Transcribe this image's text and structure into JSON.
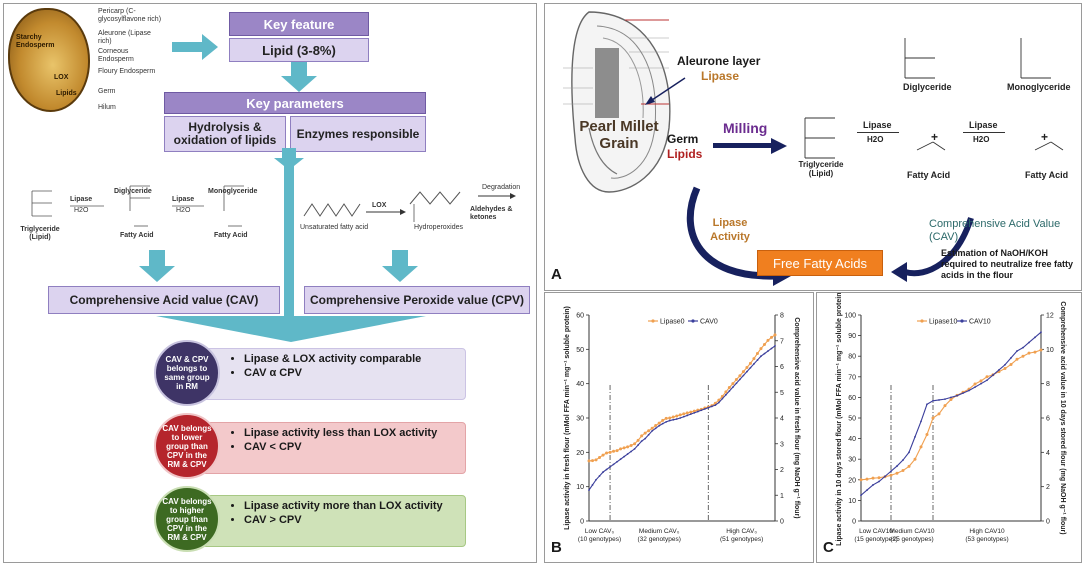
{
  "left": {
    "seed_labels": [
      "Pericarp (C-glycosylflavone rich)",
      "Aleurone (Lipase rich)",
      "Corneous Endosperm",
      "Floury Endosperm",
      "Germ",
      "Hilum"
    ],
    "seed_inner": [
      "Starchy Endosperm",
      "LOX",
      "Lipids"
    ],
    "key_feature": "Key feature",
    "lipid": "Lipid (3-8%)",
    "key_parameters": "Key parameters",
    "hydrolysis": "Hydrolysis & oxidation of lipids",
    "enzymes": "Enzymes responsible",
    "mini_triglyceride": "Triglyceride (Lipid)",
    "mini_diglyceride": "Diglyceride",
    "mini_monoglyceride": "Monoglyceride",
    "mini_fatty_acid_1": "Fatty Acid",
    "mini_fatty_acid_2": "Fatty Acid",
    "mini_lipase_1": "Lipase",
    "mini_lipase_2": "Lipase",
    "mini_h2o_1": "H2O",
    "mini_h2o_2": "H2O",
    "unsat_fa": "Unsaturated fatty acid",
    "lox": "LOX",
    "hydroperoxides": "Hydroperoxides",
    "degradation": "Degradation",
    "aldehydes": "Aldehydes & ketones",
    "cav_box": "Comprehensive Acid value (CAV)",
    "cpv_box": "Comprehensive Peroxide value (CPV)",
    "group1_circle": "CAV & CPV belongs to same group in RM",
    "group1_bullets": [
      "Lipase & LOX activity comparable",
      "CAV α CPV"
    ],
    "group2_circle": "CAV belongs to lower group than CPV in the RM & CPV",
    "group2_bullets": [
      "Lipase activity less than  LOX activity",
      "CAV < CPV"
    ],
    "group3_circle": "CAV belongs to higher group than CPV in the RM & CPV",
    "group3_bullets": [
      "Lipase activity more than LOX activity",
      "CAV > CPV"
    ],
    "colors": {
      "purple": "#9b86c6",
      "circle1": "#3e3466",
      "circle2": "#b5252c",
      "circle3": "#3d6a22",
      "bar1": "#e6e2f1",
      "bar2": "#f3c9cb",
      "bar3": "#cfe2b8"
    }
  },
  "panelA": {
    "letter": "A",
    "aleurone": "Aleurone layer",
    "lipase": "Lipase",
    "grain": "Pearl Millet Grain",
    "germ": "Germ",
    "lipids": "Lipids",
    "milling": "Milling",
    "triglyceride": "Triglyceride (Lipid)",
    "diglyceride": "Diglyceride",
    "monoglyceride": "Monoglyceride",
    "fatty_acid_1": "Fatty Acid",
    "fatty_acid_2": "Fatty Acid",
    "lipase_1": "Lipase",
    "lipase_2": "Lipase",
    "h2o_1": "H2O",
    "h2o_2": "H2O",
    "plus_1": "+",
    "plus_2": "+",
    "lipase_activity": "Lipase Activity",
    "ffa": "Free Fatty Acids",
    "cav_label": "Comprehensive Acid Value (CAV)",
    "estimation": "Estimation of NaOH/KOH required to neutralize free fatty acids in the flour",
    "colors": {
      "lipase_text": "#b9772a",
      "milling": "#6b2c8f",
      "ffa_box": "#f07f1f",
      "arrow": "#17215e",
      "cav_text": "#2d6a6a"
    }
  },
  "chart_data": [
    {
      "type": "line",
      "panel": "B",
      "series": [
        {
          "name": "Lipase0",
          "color": "#f0a050",
          "axis": "left",
          "values": [
            17.5,
            17.6,
            17.8,
            18.5,
            19.2,
            19.8,
            20.0,
            20.3,
            20.5,
            21.0,
            21.3,
            21.6,
            22.0,
            22.5,
            23.5,
            24.8,
            25.6,
            26.3,
            27.0,
            27.8,
            28.5,
            29.3,
            29.9,
            30.0,
            30.3,
            30.6,
            30.9,
            31.2,
            31.5,
            31.7,
            32.0,
            32.3,
            32.5,
            32.9,
            33.2,
            33.6,
            34.3,
            35.2,
            36.3,
            37.6,
            38.9,
            40.0,
            41.2,
            42.3,
            43.5,
            44.7,
            45.9,
            47.3,
            48.8,
            50.2,
            51.4,
            52.6,
            53.5,
            54.2
          ]
        },
        {
          "name": "CAV0",
          "color": "#3b3f9c",
          "axis": "right",
          "values": [
            1.2,
            1.4,
            1.6,
            1.75,
            1.9,
            2.0,
            2.1,
            2.2,
            2.3,
            2.4,
            2.5,
            2.6,
            2.7,
            2.8,
            2.95,
            3.1,
            3.2,
            3.35,
            3.5,
            3.6,
            3.7,
            3.78,
            3.85,
            3.9,
            3.93,
            3.96,
            4.0,
            4.05,
            4.1,
            4.15,
            4.2,
            4.25,
            4.3,
            4.35,
            4.4,
            4.45,
            4.5,
            4.6,
            4.75,
            4.9,
            5.05,
            5.2,
            5.35,
            5.5,
            5.65,
            5.8,
            5.95,
            6.1,
            6.25,
            6.4,
            6.5,
            6.6,
            6.7,
            6.8
          ]
        }
      ],
      "ylabel_left": "Lipase activity in fresh flour (mMol FFA min⁻¹ mg⁻¹ soluble protein)",
      "ylabel_right": "Comprehensive acid value in fresh flour (mg NaOH g⁻¹ flour)",
      "ylim_left": [
        0,
        60
      ],
      "ylim_right": [
        0,
        8
      ],
      "yticks_left": [
        "0",
        "10",
        "20",
        "30",
        "40",
        "50",
        "60"
      ],
      "yticks_right": [
        "0",
        "1",
        "2",
        "3",
        "4",
        "5",
        "6",
        "7",
        "8"
      ],
      "groups": [
        "Low CAV₀ (10 genotypes)",
        "Medium CAV₀ (32 genotypes)",
        "High CAV₀ (51 genotypes)"
      ],
      "dividers": [
        6,
        34
      ],
      "grid": false,
      "legend": "top-center"
    },
    {
      "type": "line",
      "panel": "C",
      "series": [
        {
          "name": "Lipase10",
          "color": "#f0a050",
          "axis": "left",
          "values": [
            20.0,
            20.3,
            20.8,
            21.0,
            21.5,
            22.2,
            23.2,
            24.5,
            26.5,
            30.0,
            36.0,
            42.0,
            50.0,
            52.0,
            56.0,
            59.0,
            61.0,
            62.5,
            64.0,
            66.5,
            68.0,
            70.0,
            71.0,
            72.5,
            74.0,
            76.0,
            78.5,
            80.0,
            81.5,
            82.0,
            83.0
          ]
        },
        {
          "name": "CAV10",
          "color": "#3b3f9c",
          "axis": "right",
          "values": [
            1.5,
            1.8,
            2.1,
            2.3,
            2.6,
            2.9,
            3.2,
            3.55,
            4.0,
            4.9,
            5.8,
            6.8,
            7.0,
            7.05,
            7.1,
            7.2,
            7.3,
            7.45,
            7.6,
            7.8,
            8.0,
            8.2,
            8.5,
            8.8,
            9.1,
            9.5,
            9.9,
            10.1,
            10.4,
            10.7,
            11.0
          ]
        }
      ],
      "ylabel_left": "Lipase activity in 10 days stored flour (mMol FFA min⁻¹ mg⁻¹ soluble protein)",
      "ylabel_right": "Comprehensive acid value in 10 days stored flour (mg NaOH g⁻¹ flour)",
      "ylim_left": [
        0,
        100
      ],
      "ylim_right": [
        0,
        12
      ],
      "yticks_left": [
        "0",
        "10",
        "20",
        "30",
        "40",
        "50",
        "60",
        "70",
        "80",
        "90",
        "100"
      ],
      "yticks_right": [
        "0",
        "2",
        "4",
        "6",
        "8",
        "10",
        "12"
      ],
      "groups": [
        "Low CAV10 (15 genotypes)",
        "Medium CAV10 (25 genotypes)",
        "High CAV10 (53 genotypes)"
      ],
      "dividers": [
        5,
        12
      ],
      "grid": false,
      "legend": "top-center"
    }
  ],
  "panel_letters": {
    "B": "B",
    "C": "C"
  }
}
